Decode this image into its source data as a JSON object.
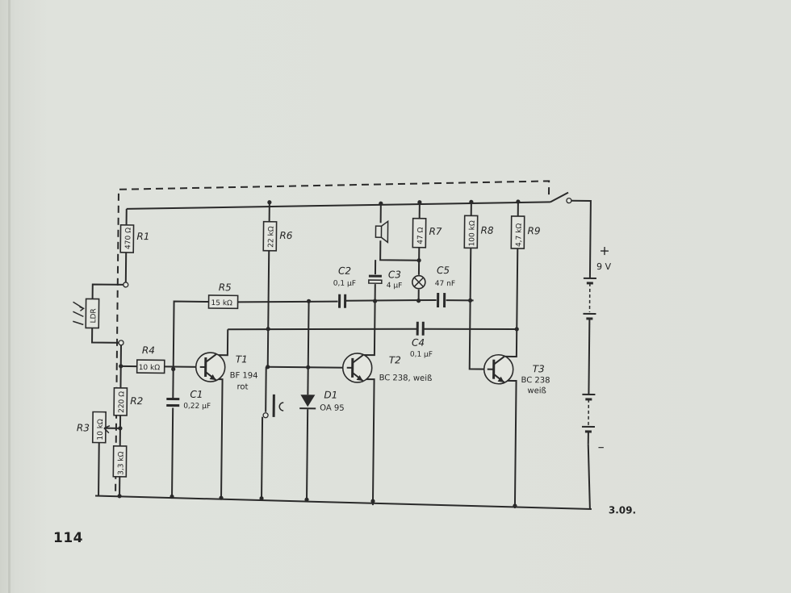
{
  "page_number": "114",
  "figure_number": "3.09.",
  "battery": {
    "plus": "+",
    "voltage": "9 V",
    "minus": "–"
  },
  "components": {
    "R1": {
      "label": "R1",
      "value": "470 Ω"
    },
    "R2": {
      "label": "R2",
      "value": "220 Ω"
    },
    "R3": {
      "label": "R3",
      "value": "10 kΩ"
    },
    "R3b": {
      "value": "3,3 kΩ"
    },
    "R4": {
      "label": "R4",
      "value": "10 kΩ"
    },
    "R5": {
      "label": "R5",
      "value": "15 kΩ"
    },
    "R6": {
      "label": "R6",
      "value": "22 kΩ"
    },
    "R7": {
      "label": "R7",
      "value": "47 Ω"
    },
    "R8": {
      "label": "R8",
      "value": "100 kΩ"
    },
    "R9": {
      "label": "R9",
      "value": "4,7 kΩ"
    },
    "LDR": {
      "value": "LDR"
    },
    "C1": {
      "label": "C1",
      "value": "0,22 µF"
    },
    "C2": {
      "label": "C2",
      "value": "0,1 µF"
    },
    "C3": {
      "label": "C3",
      "value": "4 µF"
    },
    "C4": {
      "label": "C4",
      "value": "0,1 µF"
    },
    "C5": {
      "label": "C5",
      "value": "47 nF"
    },
    "D1": {
      "label": "D1",
      "value": "OA 95"
    },
    "T1": {
      "label": "T1",
      "type": "BF 194",
      "note": "rot"
    },
    "T2": {
      "label": "T2",
      "type": "BC 238, weiß"
    },
    "T3": {
      "label": "T3",
      "type": "BC 238",
      "note": "weiß"
    }
  },
  "colors": {
    "paper": "#dfe2dc",
    "ink": "#2a2a2a"
  }
}
